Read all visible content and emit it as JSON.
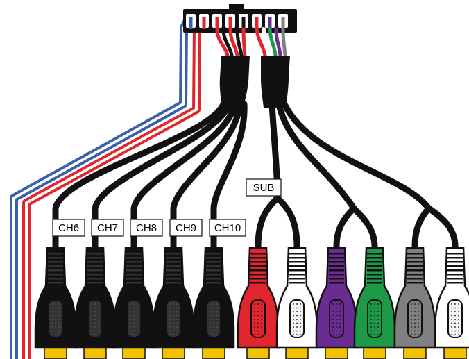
{
  "labels": {
    "ch6": "CH6",
    "ch7": "CH7",
    "ch8": "CH8",
    "ch9": "CH9",
    "ch10": "CH10",
    "sub": "SUB"
  },
  "colors": {
    "black": "#111111",
    "red": "#e3262d",
    "white": "#ffffff",
    "purple": "#6a2c91",
    "green": "#1c9a48",
    "gray": "#808080",
    "blue": "#3a5fae",
    "tip": "#f2c200"
  },
  "plugs": [
    {
      "name": "plug-ch6",
      "color": "black"
    },
    {
      "name": "plug-ch7",
      "color": "black"
    },
    {
      "name": "plug-ch8",
      "color": "black"
    },
    {
      "name": "plug-ch9",
      "color": "black"
    },
    {
      "name": "plug-ch10",
      "color": "black"
    },
    {
      "name": "plug-sub-left",
      "color": "red"
    },
    {
      "name": "plug-sub-right",
      "color": "white"
    },
    {
      "name": "plug-purple",
      "color": "purple"
    },
    {
      "name": "plug-green",
      "color": "green"
    },
    {
      "name": "plug-gray",
      "color": "gray"
    },
    {
      "name": "plug-white",
      "color": "white"
    }
  ]
}
